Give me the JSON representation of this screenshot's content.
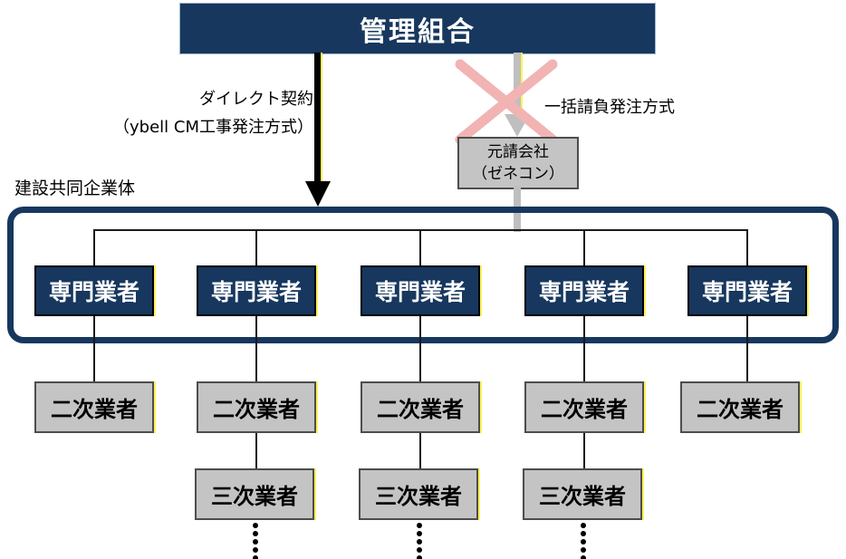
{
  "colors": {
    "navy": "#17375E",
    "box_gray": "#C4C4C4",
    "gray_border": "#4D4D4D",
    "arrow_gray": "#BFBFBF",
    "cross_pink": "#F2B3B3",
    "edge_yellow": "#FFF159",
    "line_black": "#1A1A1A"
  },
  "nodes": {
    "management": "管理組合",
    "contractor_line1": "元請会社",
    "contractor_line2": "（ゼネコン）"
  },
  "labels": {
    "direct_line1": "ダイレクト契約",
    "direct_line2": "（ybell CM工事発注方式）",
    "bulk": "一括請負発注方式",
    "jv": "建設共同企業体"
  },
  "specialist_boxes": [
    {
      "label": "専門業者"
    },
    {
      "label": "専門業者"
    },
    {
      "label": "専門業者"
    },
    {
      "label": "専門業者"
    },
    {
      "label": "専門業者"
    }
  ],
  "secondary_boxes": [
    {
      "label": "二次業者"
    },
    {
      "label": "二次業者"
    },
    {
      "label": "二次業者"
    },
    {
      "label": "二次業者"
    },
    {
      "label": "二次業者"
    }
  ],
  "tertiary_boxes": [
    {
      "label": "三次業者"
    },
    {
      "label": "三次業者"
    },
    {
      "label": "三次業者"
    }
  ]
}
